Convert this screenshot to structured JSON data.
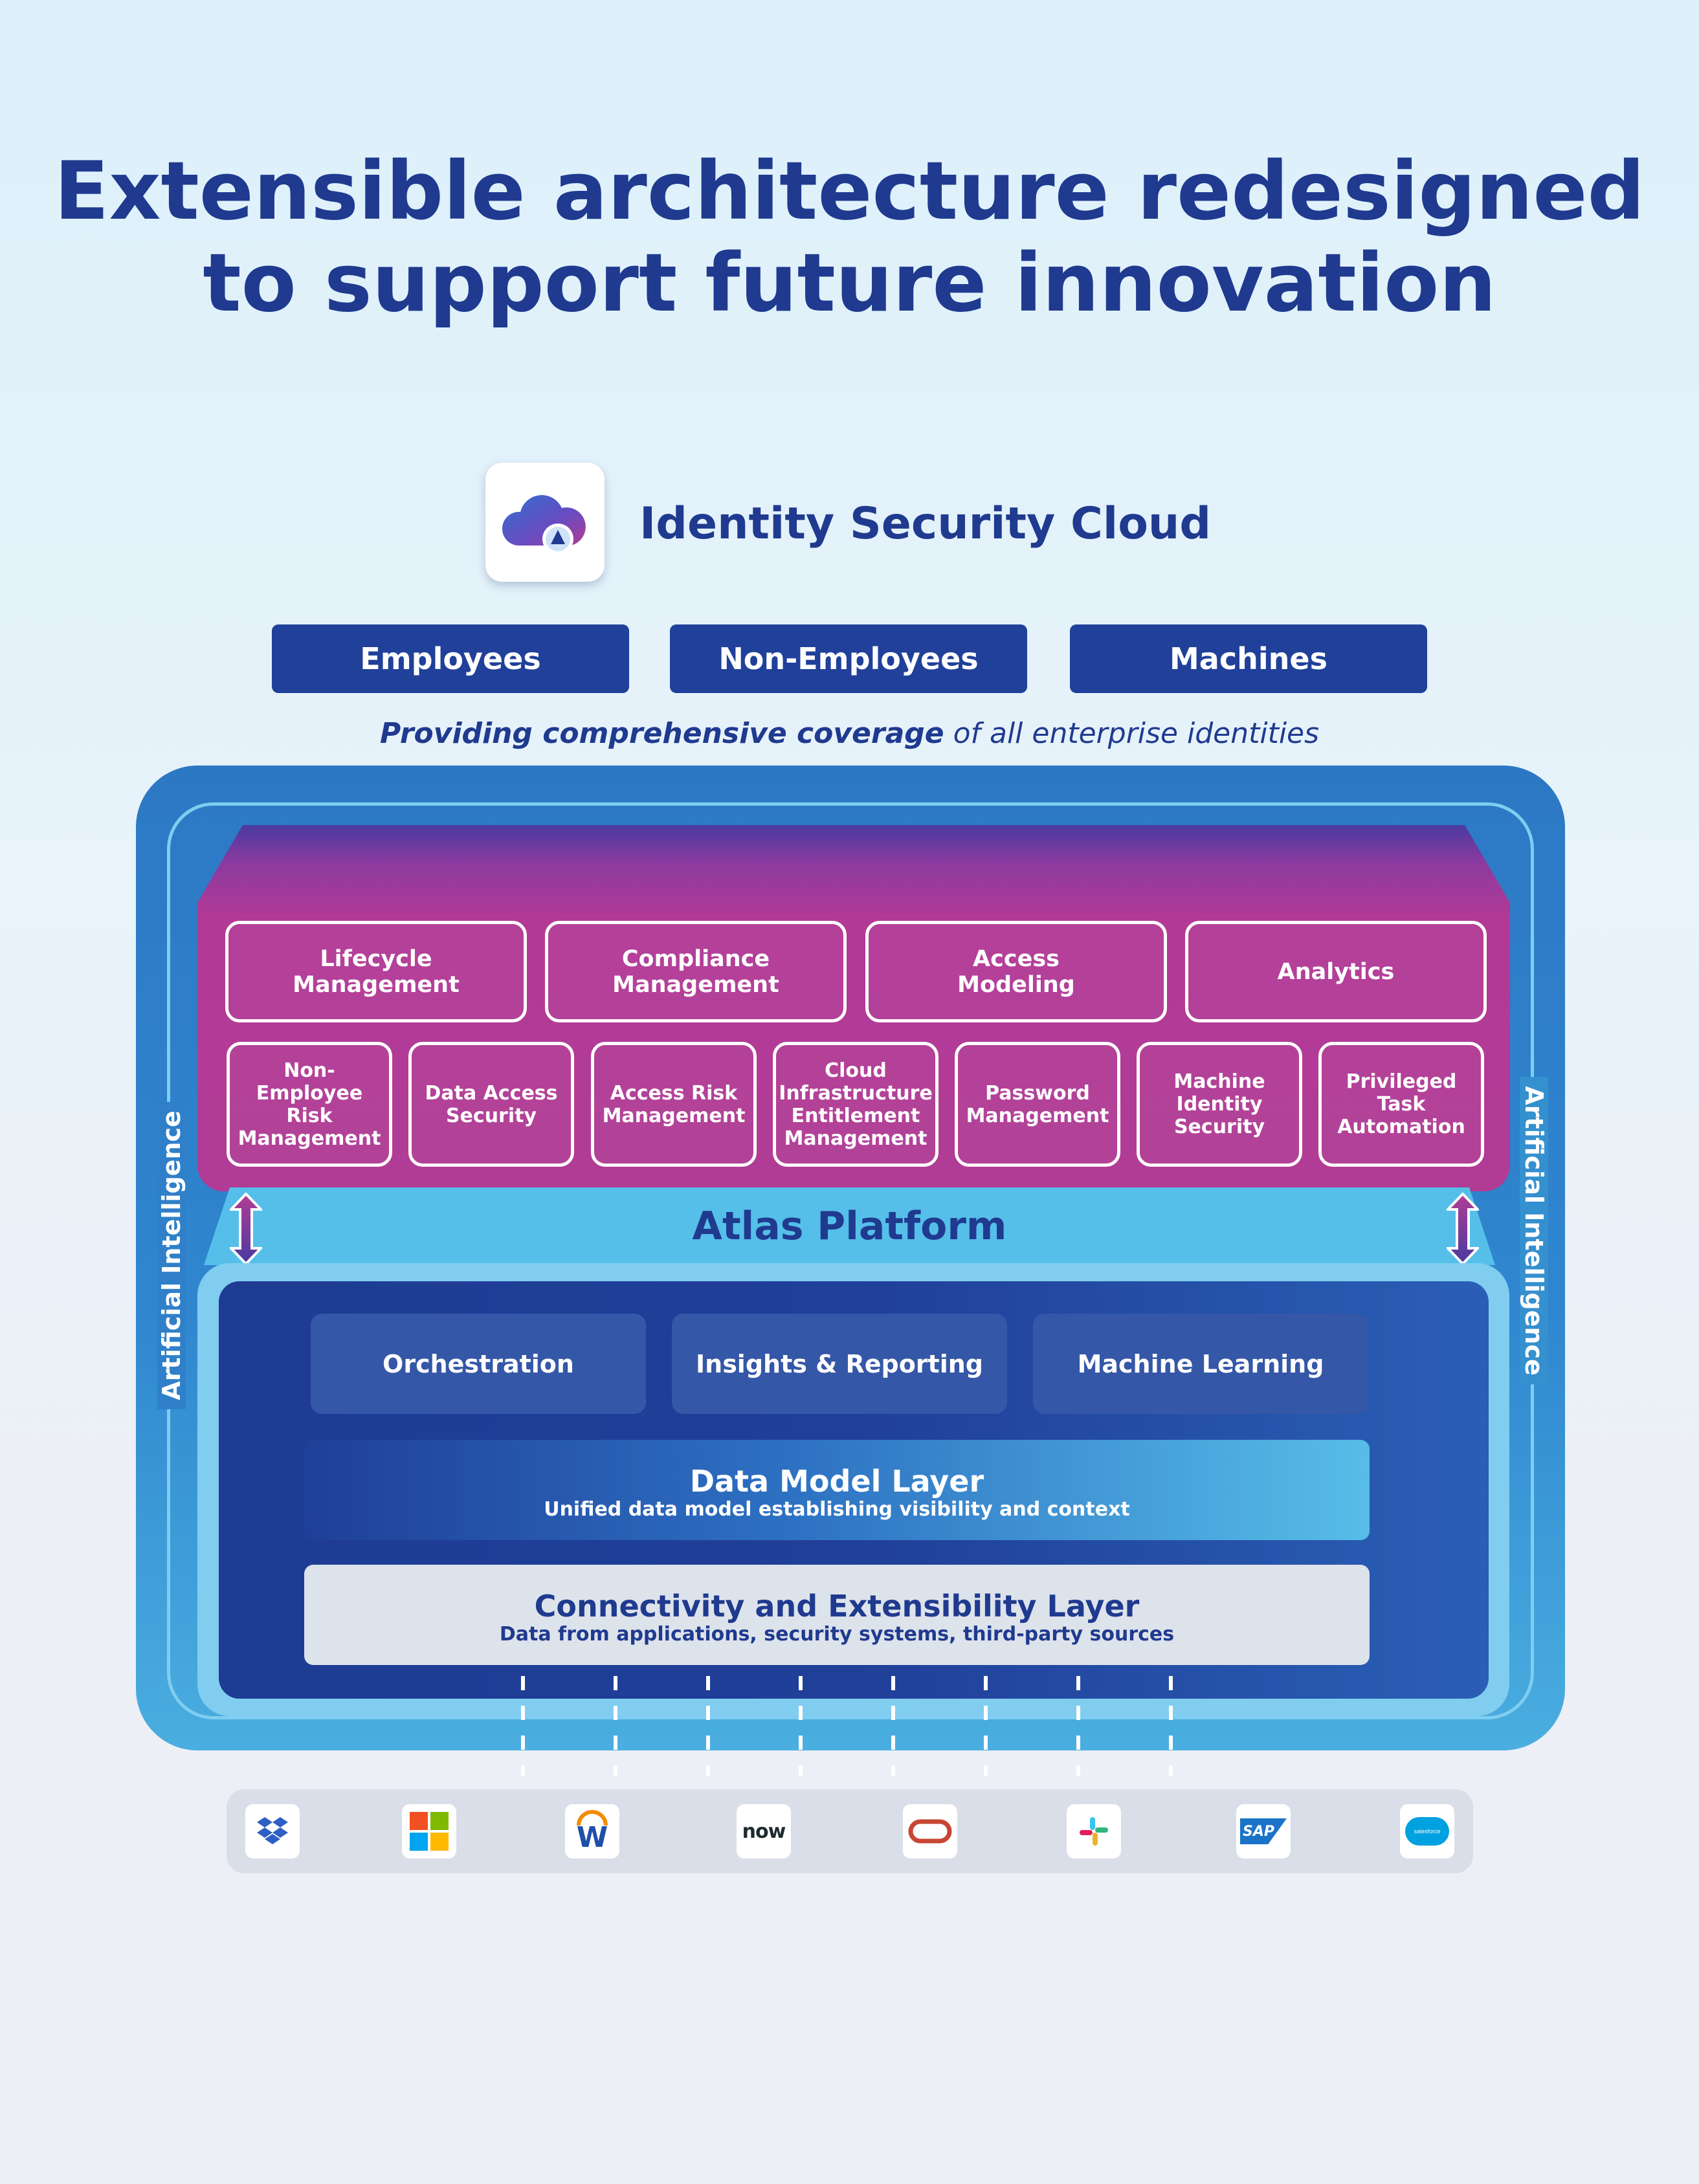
{
  "title": {
    "line1": "Extensible architecture redesigned",
    "line2": "to support future innovation"
  },
  "product": {
    "name": "Identity Security Cloud",
    "logo_icon": "cloud-icon"
  },
  "identity_types": [
    "Employees",
    "Non-Employees",
    "Machines"
  ],
  "coverage": {
    "emphasis": "Providing comprehensive coverage",
    "rest": " of all enterprise identities"
  },
  "side_label": "Artificial Intelligence",
  "capabilities_top": [
    "Lifecycle\nManagement",
    "Compliance\nManagement",
    "Access\nModeling",
    "Analytics"
  ],
  "capabilities_bottom": [
    "Non-\nEmployee\nRisk\nManagement",
    "Data Access\nSecurity",
    "Access Risk\nManagement",
    "Cloud\nInfrastructure\nEntitlement\nManagement",
    "Password\nManagement",
    "Machine\nIdentity\nSecurity",
    "Privileged\nTask\nAutomation"
  ],
  "platform": {
    "name": "Atlas Platform",
    "services": [
      "Orchestration",
      "Insights & Reporting",
      "Machine Learning"
    ],
    "data_layer": {
      "title": "Data Model Layer",
      "subtitle": "Unified data model establishing visibility and context"
    },
    "connectivity_layer": {
      "title": "Connectivity and Extensibility Layer",
      "subtitle": "Data from applications, security systems, third-party sources"
    }
  },
  "connectors": [
    {
      "name": "dropbox",
      "icon": "dropbox-icon"
    },
    {
      "name": "microsoft",
      "icon": "microsoft-icon"
    },
    {
      "name": "workday",
      "icon": "workday-icon",
      "text": "W"
    },
    {
      "name": "servicenow",
      "icon": "servicenow-icon",
      "text": "now"
    },
    {
      "name": "oracle",
      "icon": "oracle-icon"
    },
    {
      "name": "slack",
      "icon": "slack-icon"
    },
    {
      "name": "sap",
      "icon": "sap-icon",
      "text": "SAP"
    },
    {
      "name": "salesforce",
      "icon": "salesforce-icon",
      "text": "salesforce"
    }
  ],
  "colors": {
    "navy": "#1f3a8f",
    "magenta": "#b03c95",
    "frame_blue": "#2f80c9",
    "light_blue": "#55bfe9"
  }
}
